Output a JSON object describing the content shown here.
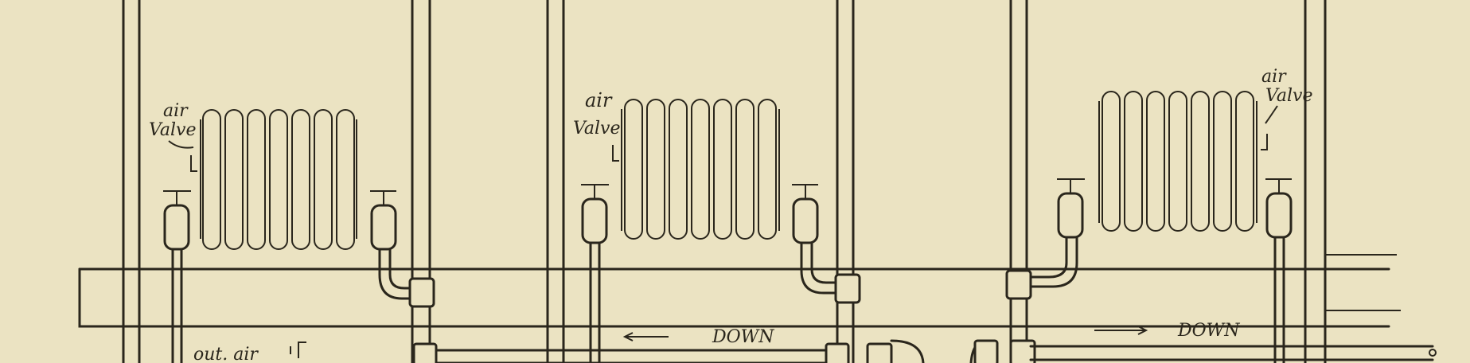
{
  "diagram": {
    "radiators": [
      {
        "air_valve_label_1": "air",
        "air_valve_label_2": "Valve"
      },
      {
        "air_valve_label_1": "air",
        "air_valve_label_2": "Valve"
      },
      {
        "air_valve_label_1": "air",
        "air_valve_label_2": "Valve"
      }
    ],
    "flow_labels": [
      "DOWN",
      "DOWN"
    ],
    "outlet_label": "out. air"
  }
}
